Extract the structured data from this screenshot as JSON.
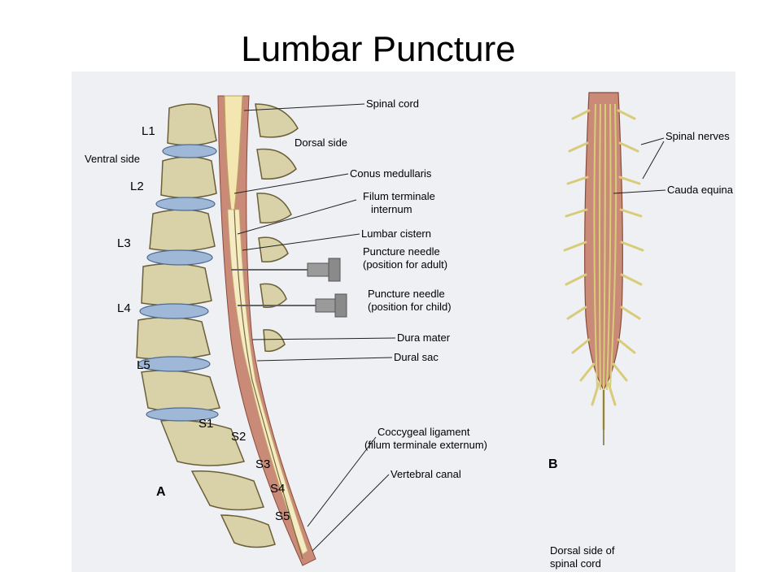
{
  "slide": {
    "title": "Lumbar Puncture"
  },
  "figure": {
    "panel_a": {
      "letter": "A",
      "side_labels": {
        "ventral": "Ventral side",
        "dorsal": "Dorsal side"
      },
      "vertebra_labels": [
        "L1",
        "L2",
        "L3",
        "L4",
        "L5",
        "S1",
        "S2",
        "S3",
        "S4",
        "S5"
      ],
      "callouts": {
        "spinal_cord": "Spinal cord",
        "conus_medullaris": "Conus medullaris",
        "filum_terminale_internum_1": "Filum terminale",
        "filum_terminale_internum_2": "internum",
        "lumbar_cistern": "Lumbar cistern",
        "needle_adult_1": "Puncture needle",
        "needle_adult_2": "(position for adult)",
        "needle_child_1": "Puncture needle",
        "needle_child_2": "(position for child)",
        "dura_mater": "Dura mater",
        "dural_sac": "Dural sac",
        "coccygeal_ligament_1": "Coccygeal ligament",
        "coccygeal_ligament_2": "(filum terminale externum)",
        "vertebral_canal": "Vertebral canal"
      }
    },
    "panel_b": {
      "letter": "B",
      "callouts": {
        "spinal_nerves": "Spinal nerves",
        "cauda_equina": "Cauda equina",
        "dorsal_side_1": "Dorsal side of",
        "dorsal_side_2": "spinal cord"
      }
    },
    "colors": {
      "background": "#eef0f3",
      "bone": "#d9d2a8",
      "bone_outline": "#6b5f3a",
      "disc": "#9fb8d8",
      "dura": "#c98a78",
      "cord": "#f3e6b0",
      "nerve": "#d8cc7a",
      "needle": "#8a8a8a"
    }
  }
}
